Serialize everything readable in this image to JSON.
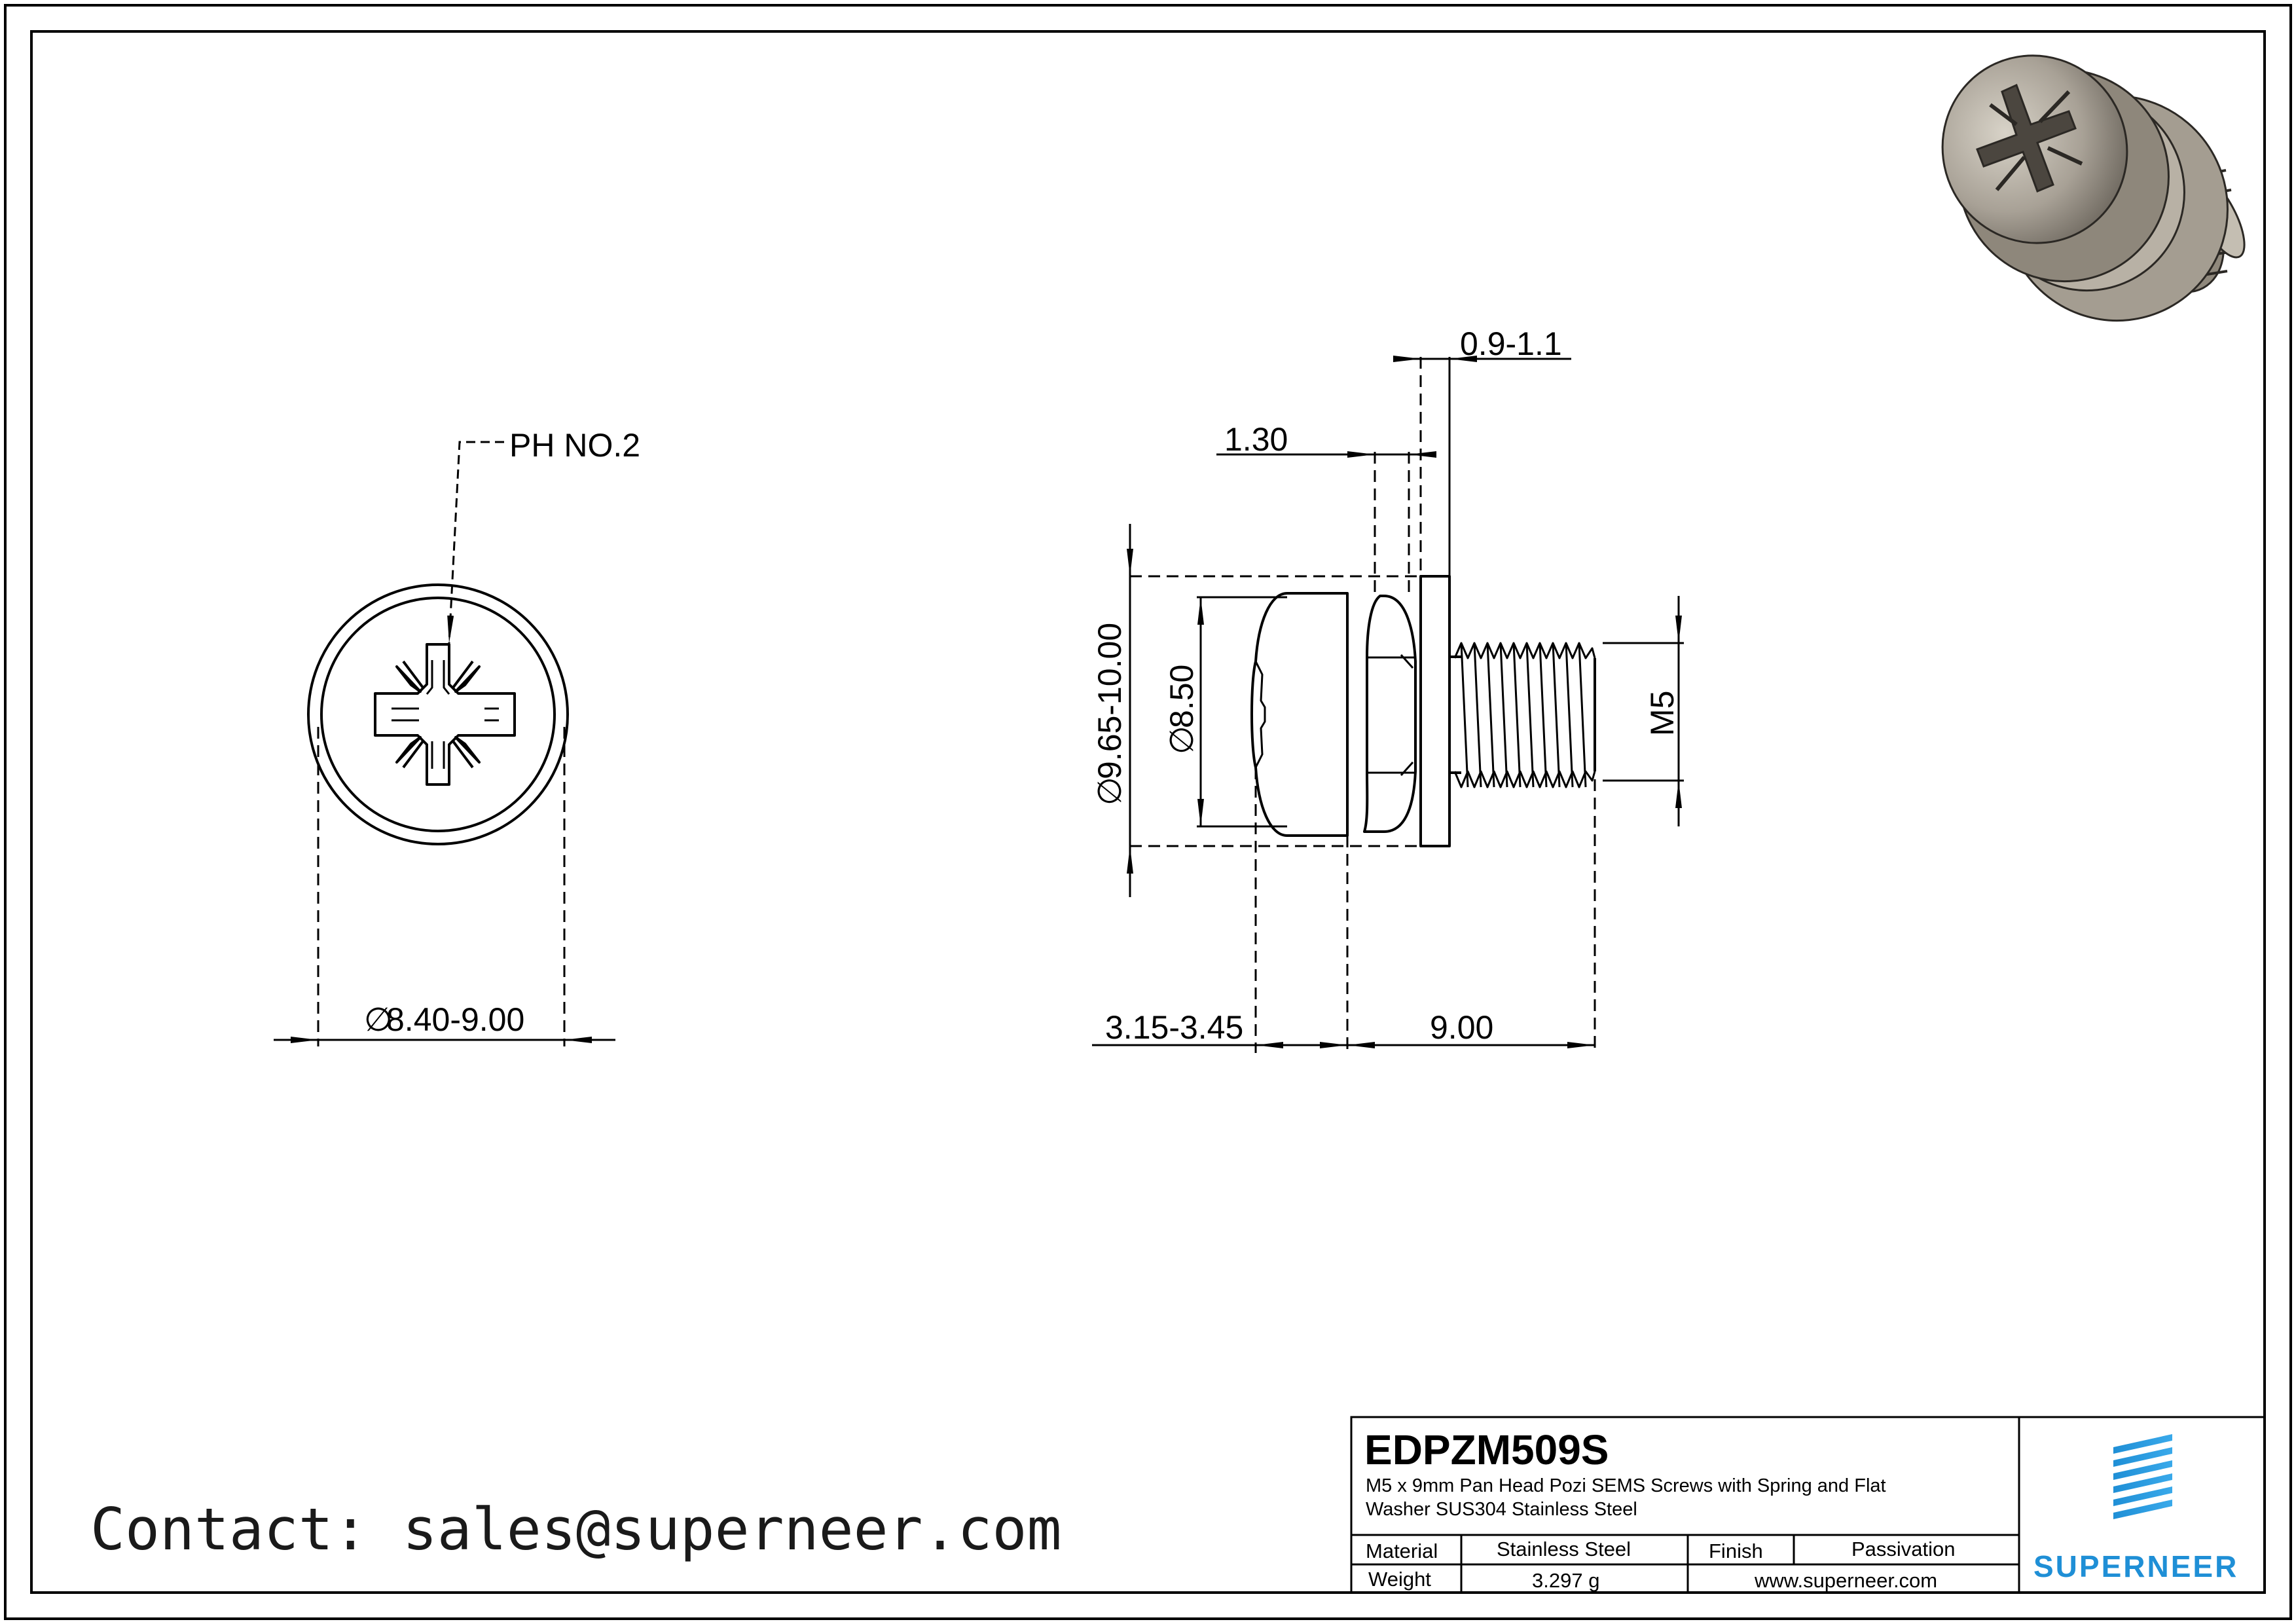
{
  "colors": {
    "line": "#000000",
    "brand": "#1f8fd6",
    "link": "#2a6fd6",
    "bg": "#ffffff"
  },
  "icons": {
    "iso_view": "screw-3d-render-icon",
    "logo": "superneer-stripes-logo-icon"
  },
  "front_view": {
    "drive_label": "PH NO.2",
    "head_dia": "8.40-9.00",
    "dia_symbol": "∅"
  },
  "side_view": {
    "washer_thickness": "0.9-1.1",
    "spring_thickness": "1.30",
    "washer_dia": "9.65-10.00",
    "head_dia": "8.50",
    "thread": "M5",
    "head_height": "3.15-3.45",
    "length": "9.00",
    "dia_symbol": "∅"
  },
  "title_block": {
    "part_no": "EDPZM509S",
    "desc_line1": "M5 x 9mm Pan Head Pozi SEMS Screws with Spring and Flat",
    "desc_line2": "Washer SUS304 Stainless Steel",
    "material_label": "Material",
    "material": "Stainless Steel",
    "finish_label": "Finish",
    "finish": "Passivation",
    "weight_label": "Weight",
    "weight": "3.297 g",
    "website": "www.superneer.com",
    "brand": "SUPERNEER"
  },
  "contact": "Contact: sales@superneer.com"
}
